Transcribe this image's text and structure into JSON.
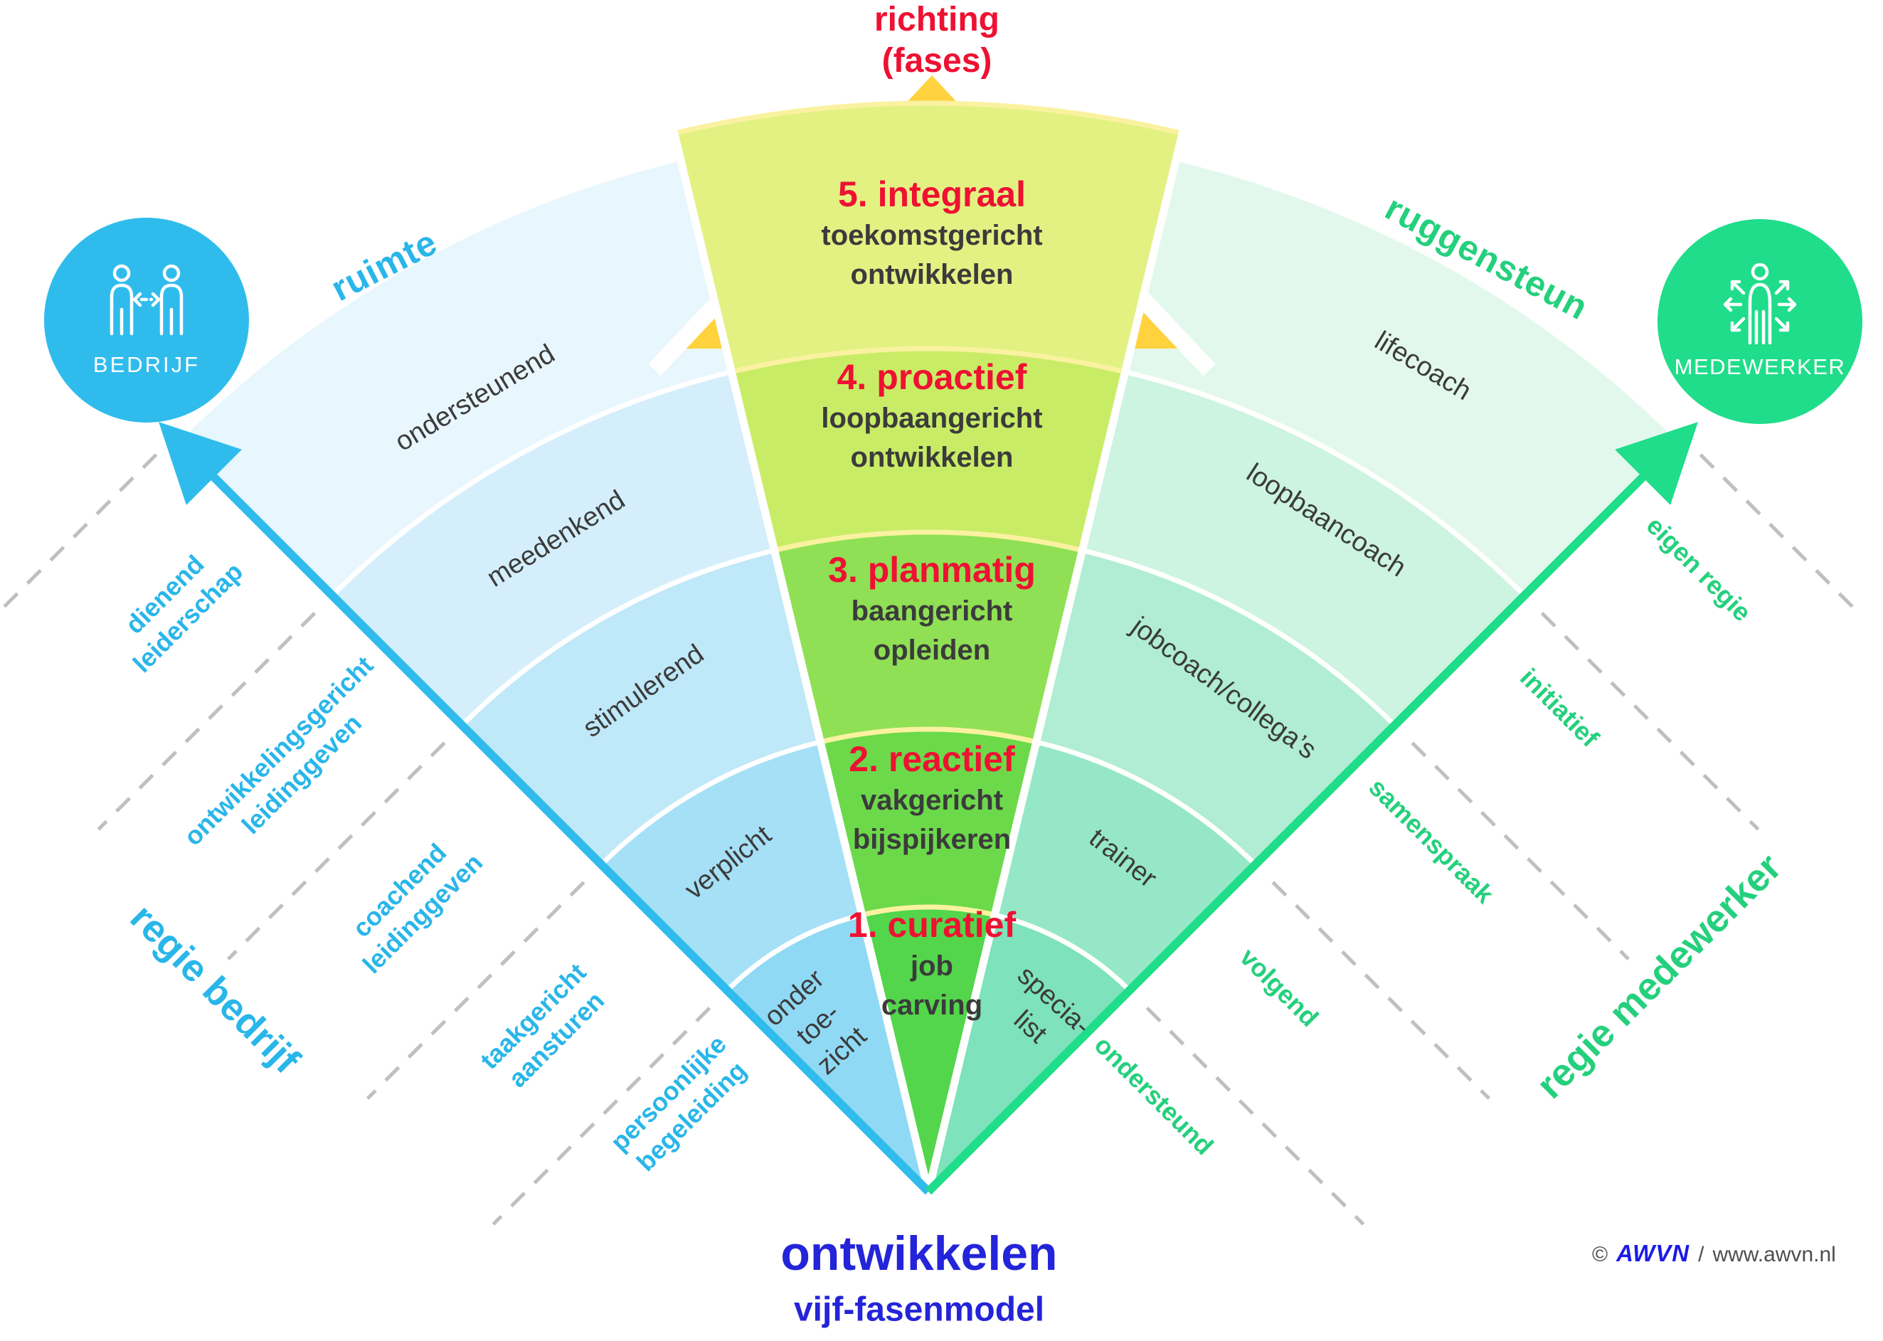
{
  "header": {
    "line1": "richting",
    "line2": "(fases)"
  },
  "axes": {
    "left_axis": "ruimte",
    "right_axis": "ruggensteun",
    "left_regie": "regie bedrijf",
    "right_regie": "regie medewerker"
  },
  "phases": [
    {
      "title": "5. integraal",
      "line1": "toekomstgericht",
      "line2": "ontwikkelen"
    },
    {
      "title": "4. proactief",
      "line1": "loopbaangericht",
      "line2": "ontwikkelen"
    },
    {
      "title": "3. planmatig",
      "line1": "baangericht",
      "line2": "opleiden"
    },
    {
      "title": "2. reactief",
      "line1": "vakgericht",
      "line2": "bijspijkeren"
    },
    {
      "title": "1. curatief",
      "line1": "job",
      "line2": "carving"
    }
  ],
  "left_fan": {
    "bands": [
      "ondersteunend",
      "meedenkend",
      "stimulerend",
      "verplicht"
    ],
    "band5": {
      "l1": "onder",
      "l2": "toe-",
      "l3": "zicht"
    }
  },
  "right_fan": {
    "bands": [
      "lifecoach",
      "loopbaancoach",
      "jobcoach/collega’s",
      "trainer"
    ],
    "band5": {
      "l1": "specia-",
      "l2": "list"
    }
  },
  "left_labels": [
    {
      "l1": "dienend",
      "l2": "leiderschap"
    },
    {
      "l1": "ontwikkelingsgericht",
      "l2": "leidinggeven"
    },
    {
      "l1": "coachend",
      "l2": "leidinggeven"
    },
    {
      "l1": "taakgericht",
      "l2": "aansturen"
    },
    {
      "l1": "persoonlijke",
      "l2": "begeleiding"
    }
  ],
  "right_labels": [
    "eigen regie",
    "initiatief",
    "samenspraak",
    "volgend",
    "ondersteund"
  ],
  "circles": {
    "left": {
      "label": "BEDRIJF"
    },
    "right": {
      "label": "MEDEWERKER"
    }
  },
  "footer": {
    "title": "ontwikkelen",
    "subtitle": "vijf-fasenmodel"
  },
  "copyright": {
    "symbol": "©",
    "brand": "AWVN",
    "separator": "/",
    "url": "www.awvn.nl"
  },
  "colors": {
    "triangle": "#ffd23e",
    "wedge_line": "#faf2a0",
    "blue": "#2fbcec",
    "green": "#1fdd8a",
    "cyan_text": "#29b6e9",
    "green_text": "#25d07d",
    "red": "#ee1132",
    "dark": "#3b3b3b",
    "title_blue": "#2424d9",
    "dash": "#bfbfbf",
    "center_bands": [
      "#e3f183",
      "#c9ec67",
      "#8fe054",
      "#6cd94a",
      "#53d64b"
    ],
    "left_bands": [
      "#e8f6fd",
      "#d4effb",
      "#bfe8f8",
      "#a5e0f6",
      "#8fd9f4"
    ],
    "right_bands": [
      "#e3f8ed",
      "#cdf3e1",
      "#b0edd4",
      "#95e7c8",
      "#7ee2bc"
    ]
  }
}
